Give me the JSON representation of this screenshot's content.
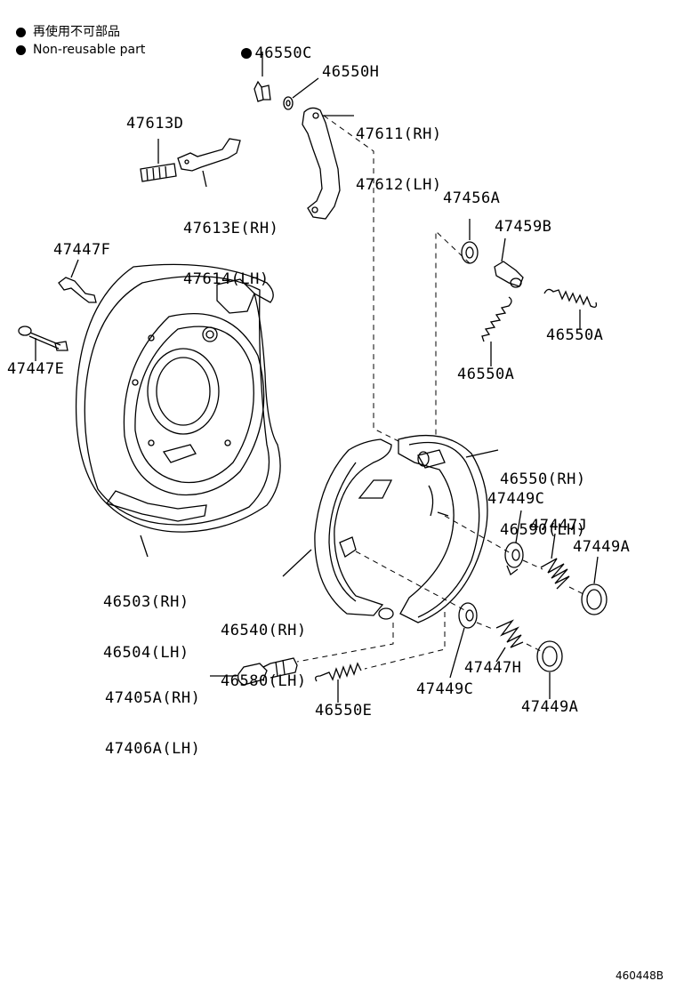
{
  "legend": {
    "items": [
      {
        "text": "再使用不可部品",
        "icon": "filled-dot"
      },
      {
        "text": "Non-reusable part",
        "icon": "filled-dot"
      }
    ]
  },
  "parts": {
    "p46550C": {
      "text": "46550C",
      "nonreusable": true
    },
    "p46550H": {
      "text": "46550H"
    },
    "p47611": {
      "line1": "47611(RH)",
      "line2": "47612(LH)"
    },
    "p47613D": {
      "text": "47613D"
    },
    "p47613E": {
      "line1": "47613E(RH)",
      "line2": "47614(LH)"
    },
    "p47456A": {
      "text": "47456A"
    },
    "p47459B": {
      "text": "47459B"
    },
    "p47447F": {
      "text": "47447F"
    },
    "p46550A_r": {
      "text": "46550A"
    },
    "p46550A_l": {
      "text": "46550A"
    },
    "p47447E": {
      "text": "47447E"
    },
    "p46550": {
      "line1": "46550(RH)",
      "line2": "46590(LH)"
    },
    "p47449C_top": {
      "text": "47449C"
    },
    "p47447J": {
      "text": "47447J"
    },
    "p47449A_top": {
      "text": "47449A"
    },
    "p46503": {
      "line1": "46503(RH)",
      "line2": "46504(LH)"
    },
    "p46540": {
      "line1": "46540(RH)",
      "line2": "46580(LH)"
    },
    "p47405A": {
      "line1": "47405A(RH)",
      "line2": "47406A(LH)"
    },
    "p47447H": {
      "text": "47447H"
    },
    "p47449C_bot": {
      "text": "47449C"
    },
    "p46550E": {
      "text": "46550E"
    },
    "p47449A_bot": {
      "text": "47449A"
    }
  },
  "figure_id": "460448B"
}
